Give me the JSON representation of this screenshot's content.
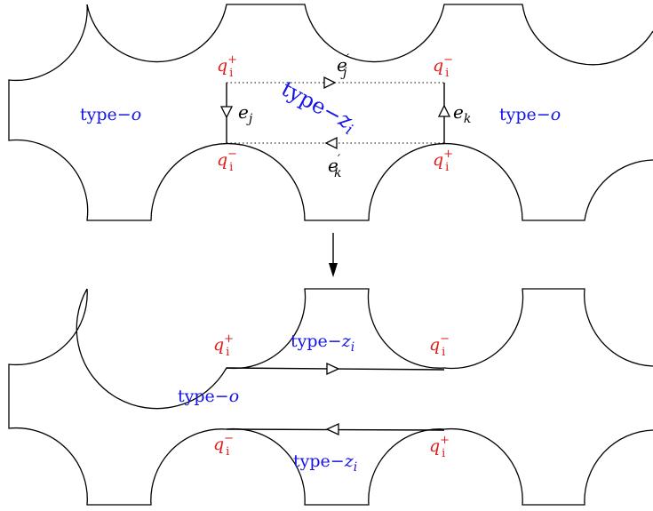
{
  "top_panel": {
    "region_left": "type−",
    "region_left_var": "o",
    "region_right": "type−",
    "region_right_var": "o",
    "region_center": "type−",
    "region_center_var": "z",
    "region_center_sub": "i",
    "edge_left": {
      "base": "e",
      "sub": "j"
    },
    "edge_right": {
      "base": "e",
      "sub": "k"
    },
    "dotted_top": {
      "base": "e",
      "sub": "j",
      "prime": "′"
    },
    "dotted_bottom": {
      "base": "e",
      "sub": "k",
      "prime": "′"
    },
    "q_top_left": {
      "base": "q",
      "sub": "i",
      "sup": "+"
    },
    "q_bottom_left": {
      "base": "q",
      "sub": "i",
      "sup": "−"
    },
    "q_top_right": {
      "base": "q",
      "sub": "i",
      "sup": "−"
    },
    "q_bottom_right": {
      "base": "q",
      "sub": "i",
      "sup": "+"
    }
  },
  "bottom_panel": {
    "region_left": "type−",
    "region_left_var": "o",
    "corridor_top": "type−",
    "corridor_top_var": "z",
    "corridor_top_sub": "i",
    "corridor_bottom": "type−",
    "corridor_bottom_var": "z",
    "corridor_bottom_sub": "i",
    "q_top_left": {
      "base": "q",
      "sub": "i",
      "sup": "+"
    },
    "q_bottom_left": {
      "base": "q",
      "sub": "i",
      "sup": "−"
    },
    "q_top_right": {
      "base": "q",
      "sub": "i",
      "sup": "−"
    },
    "q_bottom_right": {
      "base": "q",
      "sub": "i",
      "sup": "+"
    }
  },
  "colors": {
    "region_label": "#1515e6",
    "vertex_label": "#e01c1c",
    "line": "#000000"
  },
  "icons": {
    "transition_arrow": "arrow-down-icon"
  }
}
